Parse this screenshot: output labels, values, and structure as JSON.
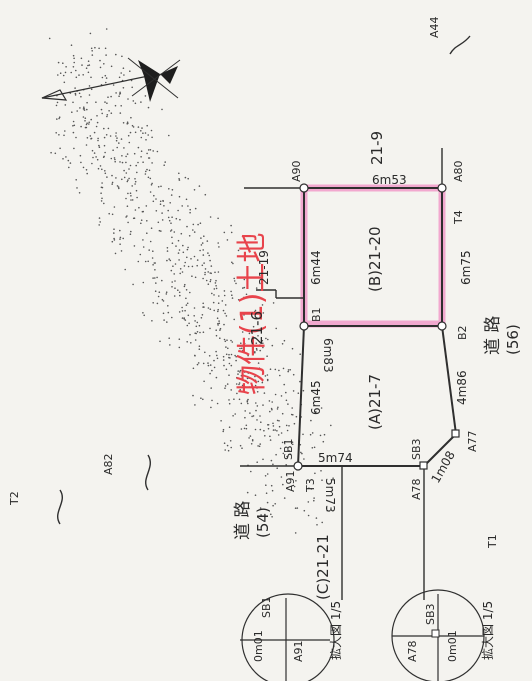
{
  "title": "物件(1)土地",
  "parcels": {
    "B": "(B)21-20",
    "A": "(A)21-7",
    "C": "(C)21-21",
    "north_lot": "21-9",
    "west_lot": "21-6",
    "small_lot": "21-19"
  },
  "roads": {
    "left": {
      "name": "道 路",
      "num": "(54)"
    },
    "right": {
      "name": "道 路",
      "num": "(56)"
    }
  },
  "dimensions": {
    "top_b": "6m53",
    "left_b": "6m44",
    "right_b": "6m75",
    "bottom_b": "6m83",
    "left_a": "6m45",
    "bottom_a_right": "4m86",
    "a_corner_short": "1m08",
    "road_a_top": "5m74",
    "road_a_bottom": "5m73"
  },
  "points": {
    "A90": "A90",
    "A80": "A80",
    "T4": "T4",
    "B1": "B1",
    "B2": "B2",
    "A91": "A91",
    "SB1": "SB1",
    "T3": "T3",
    "SB3": "SB3",
    "A78": "A78",
    "A77": "A77",
    "A82": "A82",
    "T2": "T2",
    "T1": "T1",
    "A44": "A44"
  },
  "insets": [
    {
      "caption": "拡大図 1/5",
      "dist": "0m01",
      "p1": "A91",
      "p2": "SB1"
    },
    {
      "caption": "拡大図 1/5",
      "dist": "0m01",
      "p1": "A78",
      "p2": "SB3"
    }
  ],
  "colors": {
    "highlight": "#f2a8cf",
    "title": "#e8434b",
    "line": "#2f2f2f"
  }
}
